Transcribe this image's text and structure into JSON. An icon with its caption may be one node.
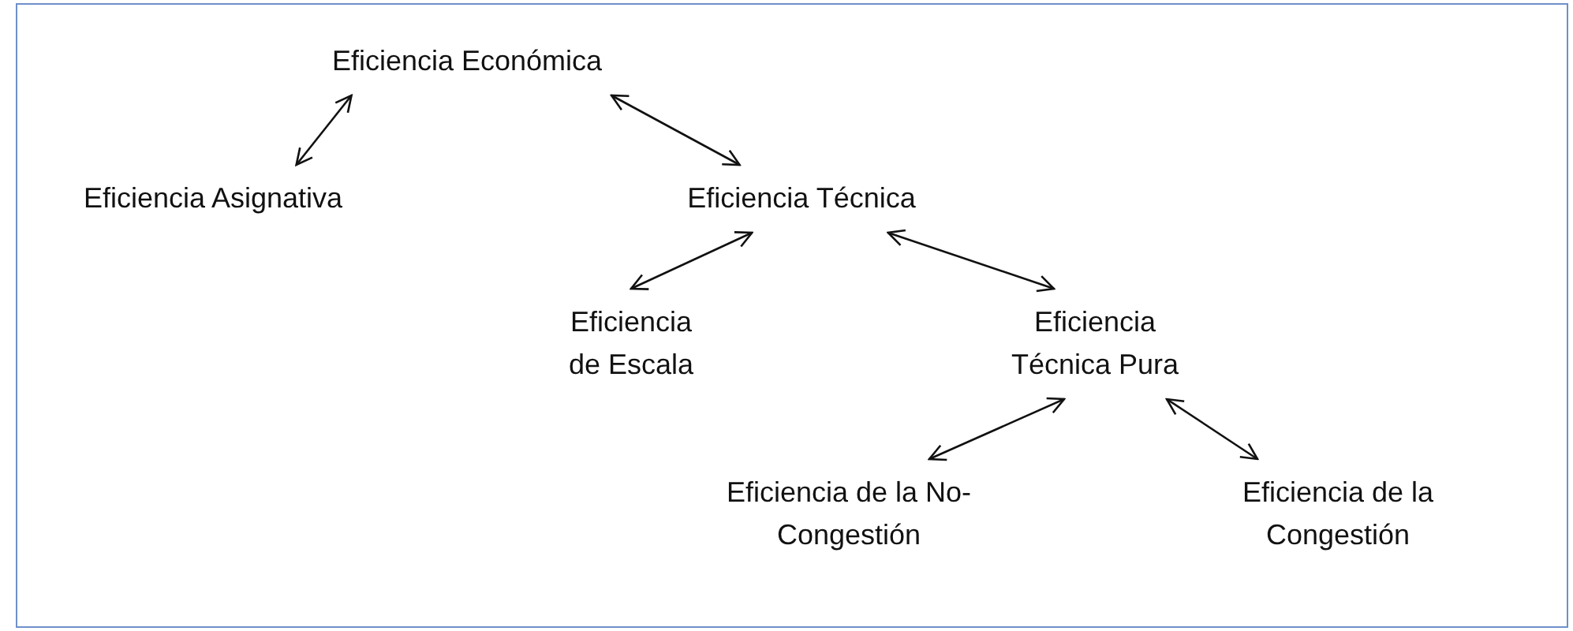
{
  "diagram": {
    "nodes": [
      {
        "text": [
          "Eficiencia Económica"
        ]
      },
      {
        "text": [
          "Eficiencia Asignativa"
        ]
      },
      {
        "text": [
          "Eficiencia Técnica"
        ]
      },
      {
        "text": [
          "Eficiencia de Escala"
        ]
      },
      {
        "text": [
          "Eficiencia Técnica Pura"
        ]
      },
      {
        "text": [
          "Eficiencia de la No-Congestión"
        ]
      },
      {
        "text": [
          "Eficiencia de la Congestión"
        ]
      }
    ],
    "edges": [
      {
        "from": 0,
        "to": 1,
        "arrow": "both"
      },
      {
        "from": 0,
        "to": 2,
        "arrow": "both"
      },
      {
        "from": 2,
        "to": 3,
        "arrow": "both"
      },
      {
        "from": 2,
        "to": 4,
        "arrow": "both"
      },
      {
        "from": 4,
        "to": 5,
        "arrow": "both"
      },
      {
        "from": 4,
        "to": 6,
        "arrow": "both"
      }
    ]
  }
}
